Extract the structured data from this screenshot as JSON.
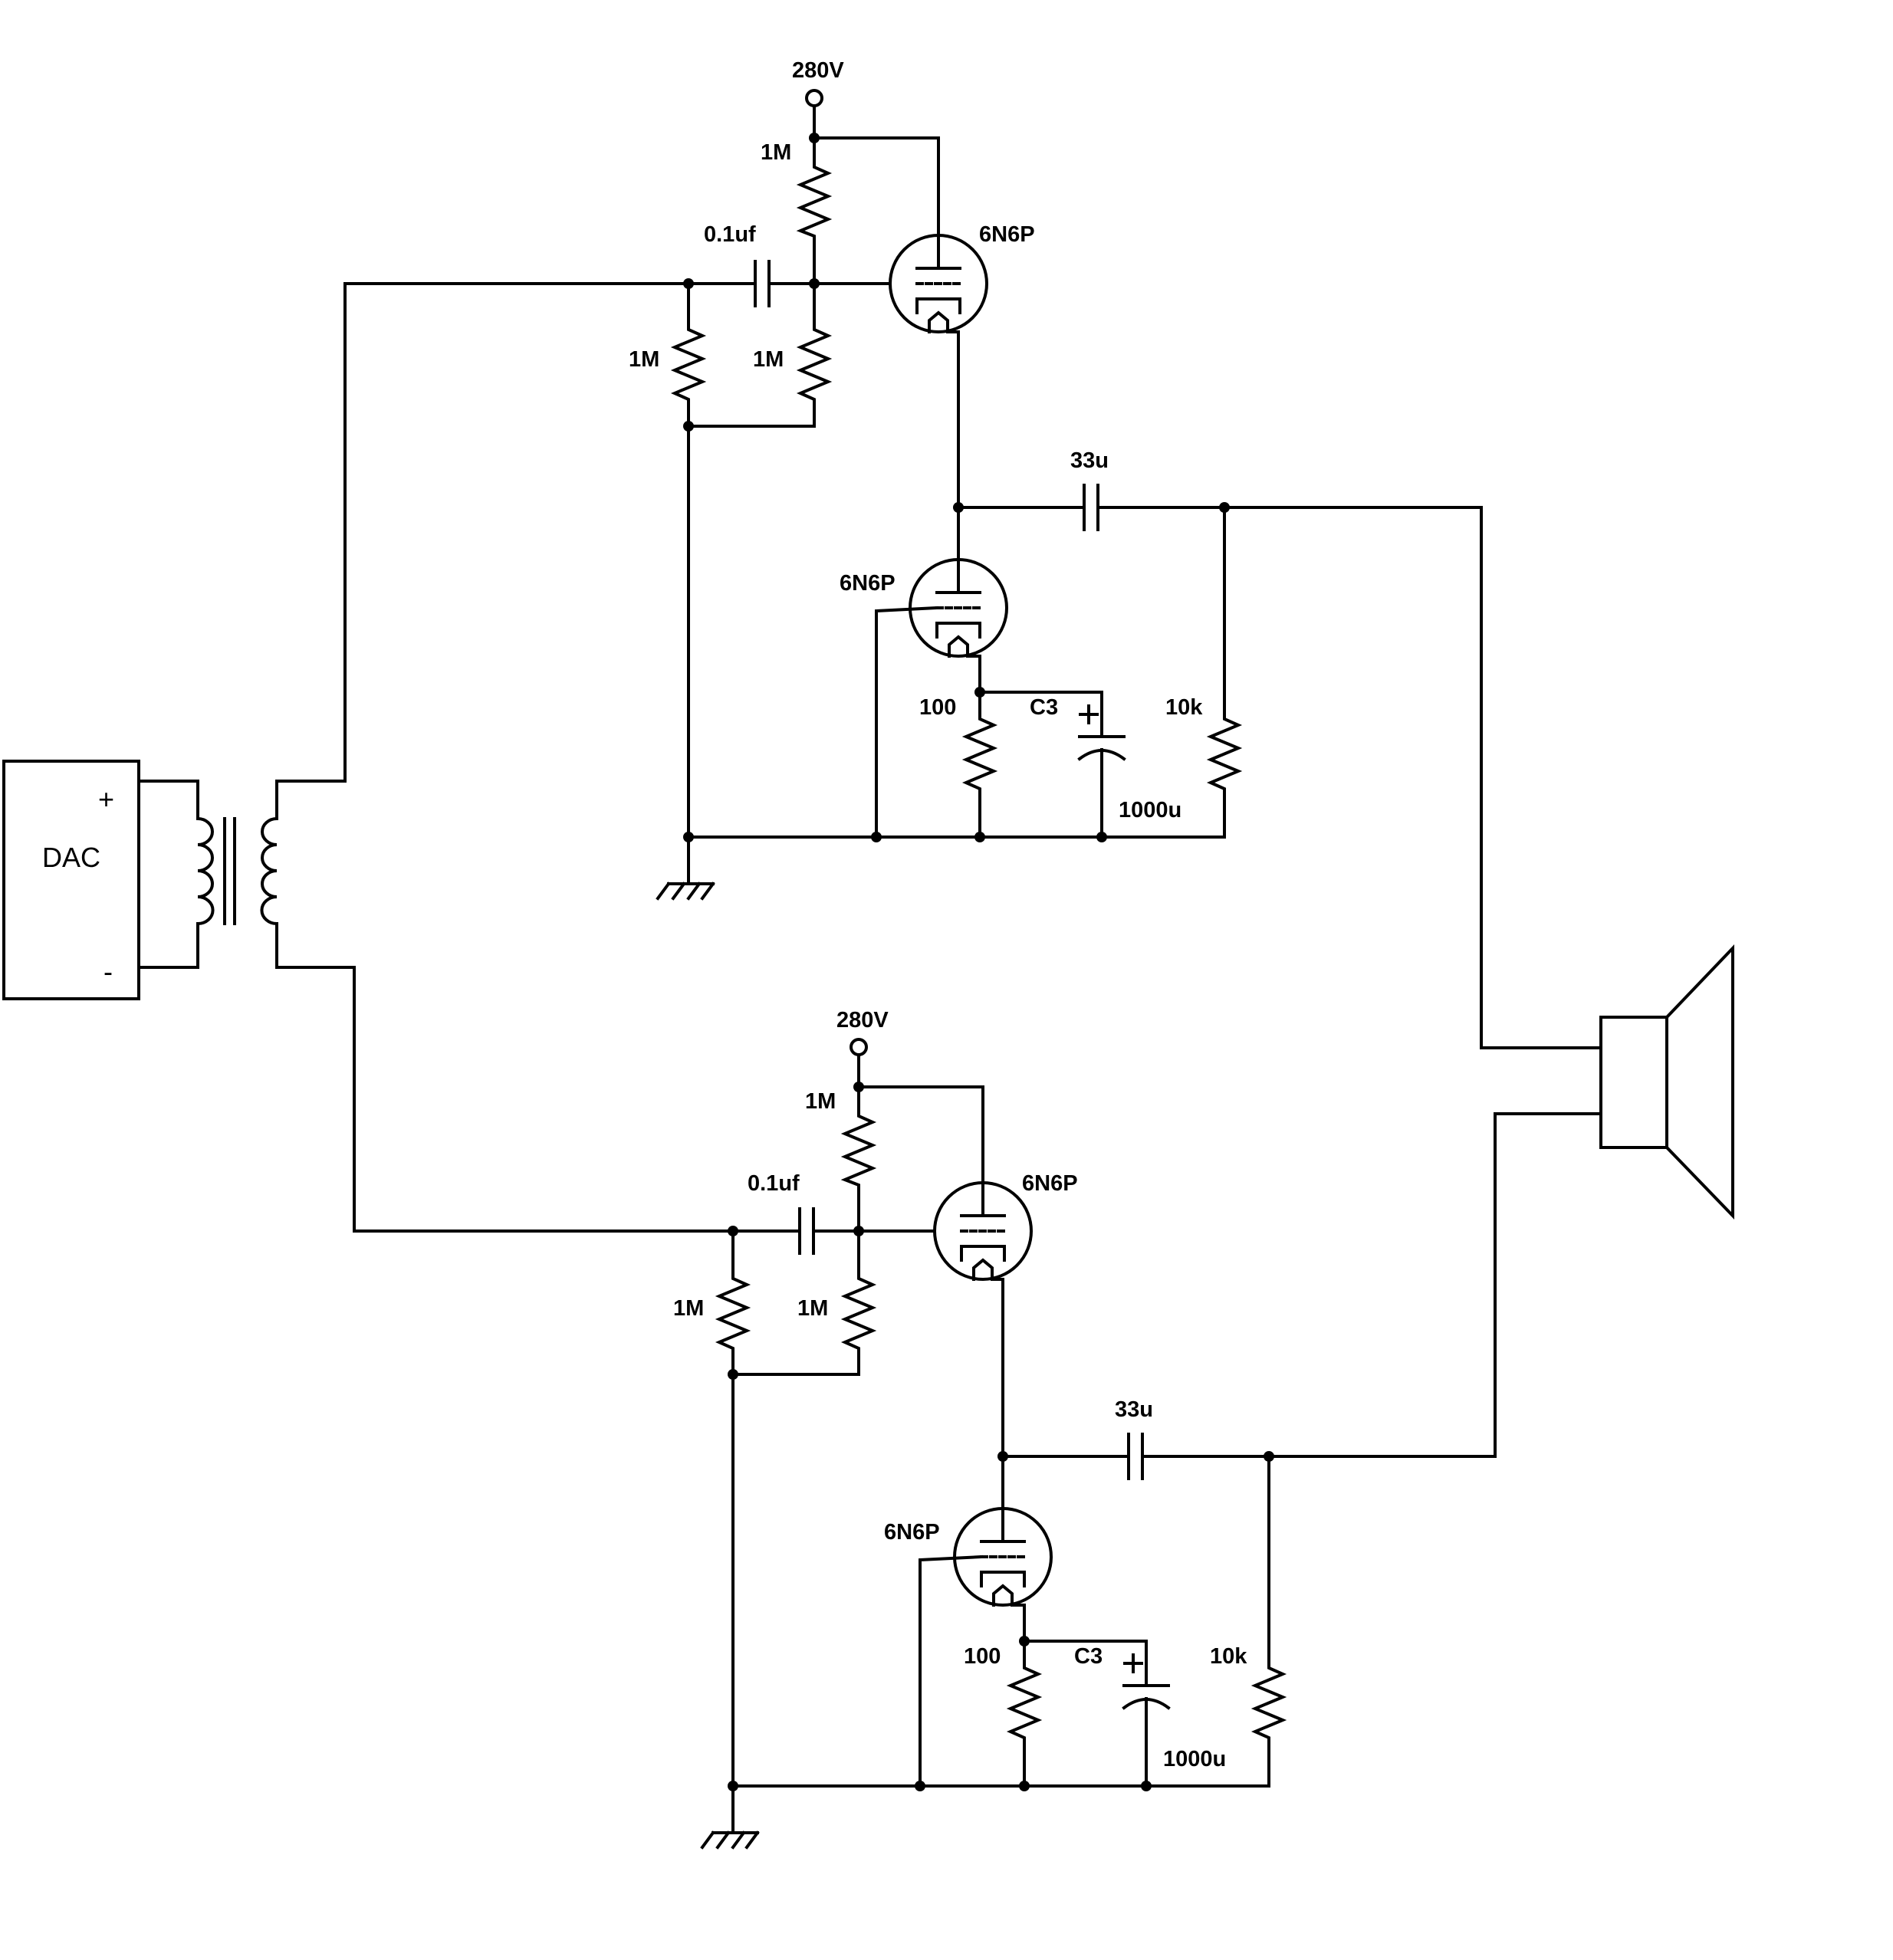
{
  "supply": {
    "top": "280V",
    "bottom": "280V"
  },
  "dac": {
    "name": "DAC",
    "plus": "+",
    "minus": "-"
  },
  "top_channel": {
    "r_grid_load": "1M",
    "r_input": "1M",
    "r_bias": "1M",
    "c_coupling": "0.1uf",
    "tube_upper": "6N6P",
    "tube_lower": "6N6P",
    "c_output": "33u",
    "r_cathode": "100",
    "c_bypass_name": "C3",
    "c_bypass_value": "1000u",
    "r_load": "10k"
  },
  "bottom_channel": {
    "r_grid_load": "1M",
    "r_input": "1M",
    "r_bias": "1M",
    "c_coupling": "0.1uf",
    "tube_upper": "6N6P",
    "tube_lower": "6N6P",
    "c_output": "33u",
    "r_cathode": "100",
    "c_bypass_name": "C3",
    "c_bypass_value": "1000u",
    "r_load": "10k"
  },
  "symbols": {
    "speaker": "speaker-icon",
    "ground": "ground-icon",
    "transformer": "transformer-icon",
    "electrolytic_plus": "+"
  }
}
